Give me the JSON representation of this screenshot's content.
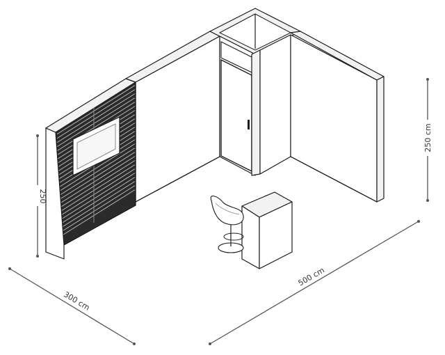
{
  "dimensions": {
    "width_left": "300 cm",
    "width_right": "500 cm",
    "height_left": "250",
    "height_right": "250 cm"
  },
  "colors": {
    "line": "#1a1a1a",
    "dimension": "#555555",
    "slat_dark": "#2b2b2b"
  }
}
